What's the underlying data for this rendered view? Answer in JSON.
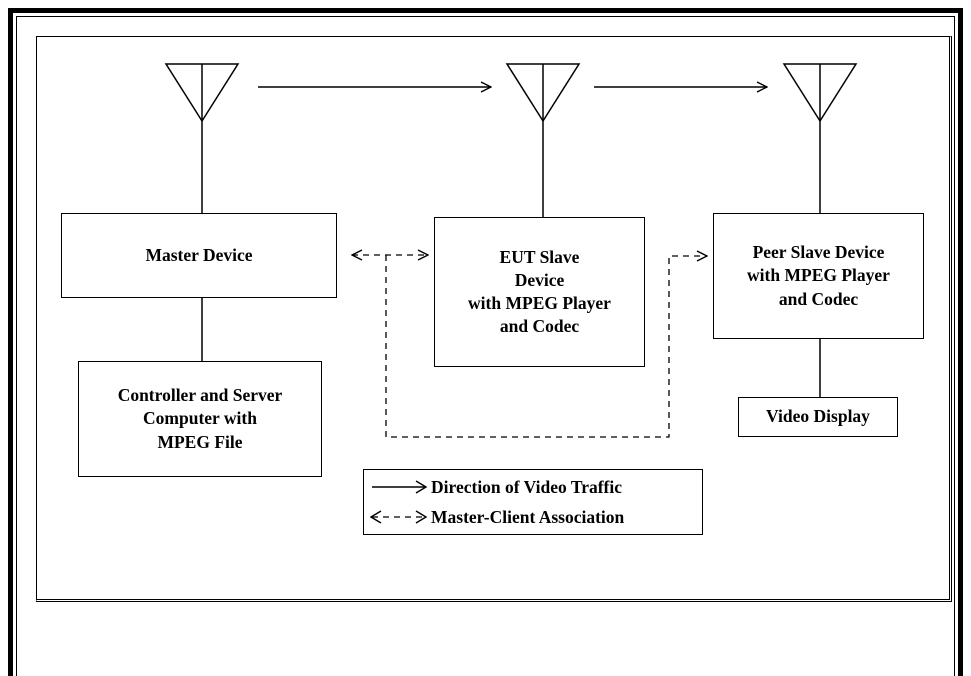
{
  "diagram": {
    "nodes": {
      "master": "Master Device",
      "controller": "Controller and Server\nComputer with\nMPEG File",
      "eut_slave": "EUT Slave\nDevice\nwith MPEG Player\nand Codec",
      "peer_slave": "Peer Slave Device\nwith MPEG Player\nand Codec",
      "video_display": "Video Display"
    },
    "legend": {
      "solid_label": "Direction of Video Traffic",
      "dashed_label": "Master-Client Association"
    }
  }
}
